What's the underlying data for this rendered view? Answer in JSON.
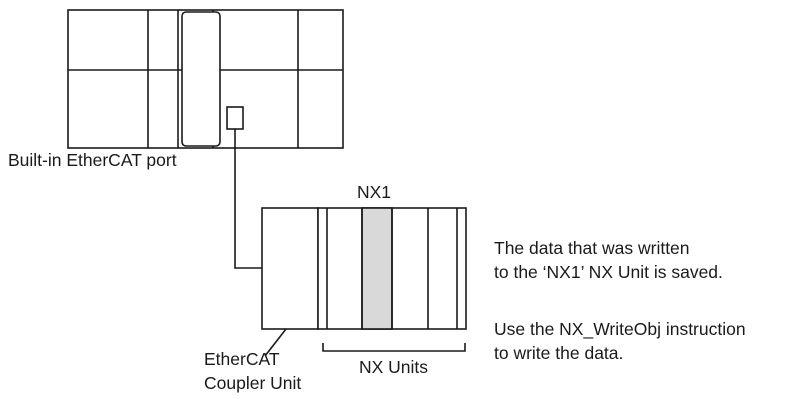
{
  "labels": {
    "builtin_port": "Built-in EtherCAT port",
    "nx1": "NX1",
    "message_line1": "The data that was written",
    "message_line2": "to the ‘NX1’ NX Unit is saved.",
    "instruction_line1": "Use the NX_WriteObj instruction",
    "instruction_line2": "to write the data.",
    "coupler_line1": "EtherCAT",
    "coupler_line2": "Coupler Unit",
    "nx_units": "NX Units"
  },
  "colors": {
    "stroke": "#1a1a1a",
    "highlight_fill": "#d9d9d9",
    "background": "#ffffff"
  }
}
